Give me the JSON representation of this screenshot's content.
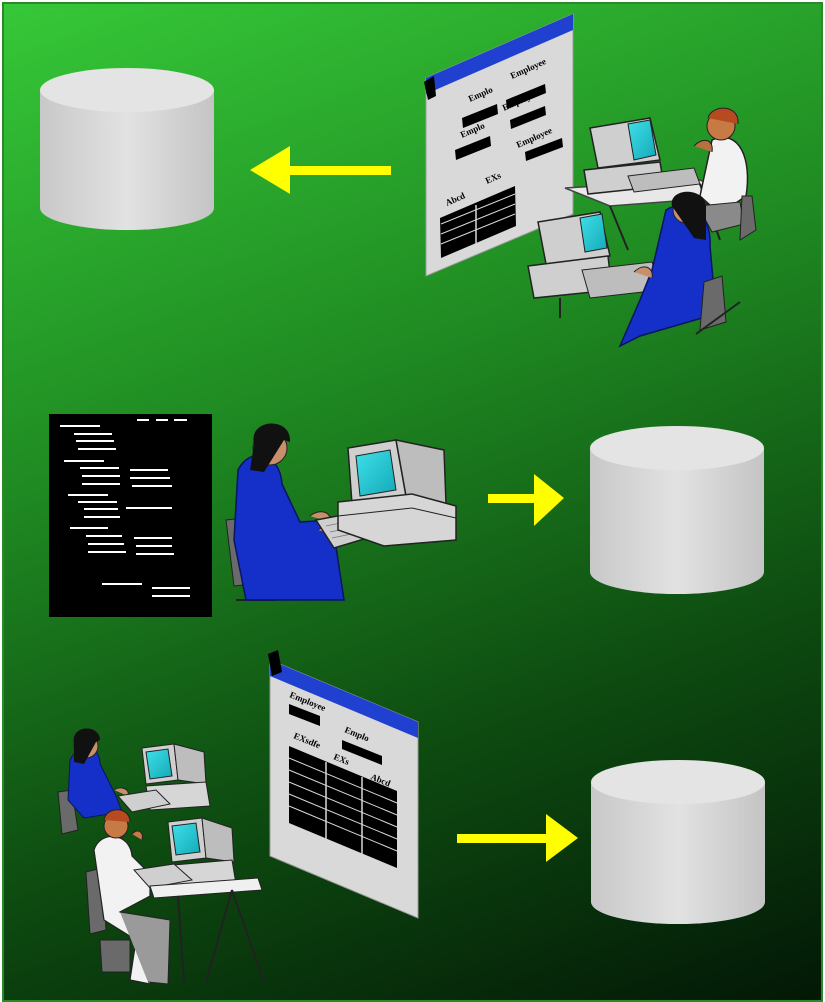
{
  "form_top": {
    "labels": [
      "Emplo",
      "Employee",
      "Emplo",
      "Employee",
      "Employee",
      "Abcd",
      "EXs"
    ]
  },
  "form_bottom": {
    "labels": [
      "Employee",
      "Emplo",
      "EXsdfe",
      "EXs",
      "Abcd"
    ]
  },
  "colors": {
    "background_top": "#36c838",
    "background_bottom": "#031806",
    "arrow": "#ffff00",
    "database": "#d8d8d8",
    "window_titlebar": "#2040d0"
  }
}
